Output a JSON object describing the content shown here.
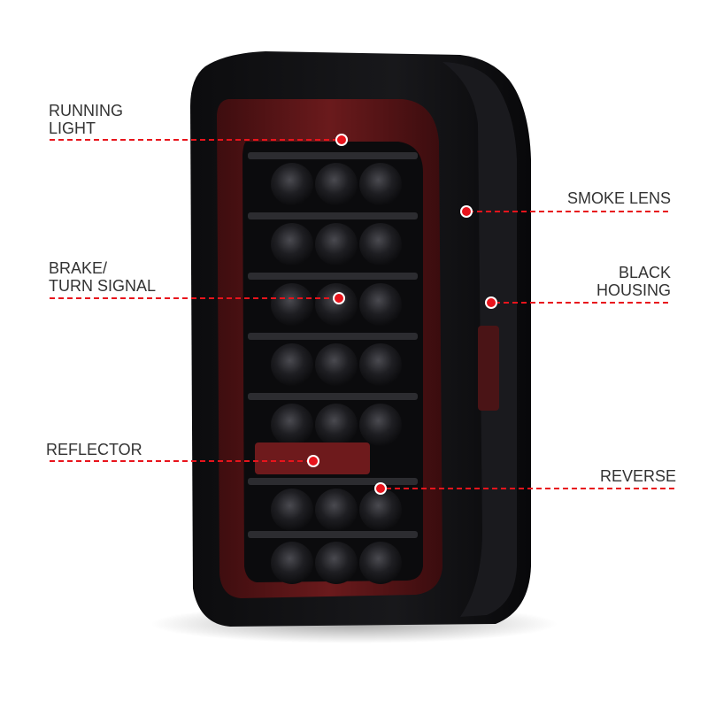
{
  "colors": {
    "accent": "#e8141c",
    "text": "#333333",
    "housing": "#121214",
    "lens_red": "#5a1416"
  },
  "callouts": [
    {
      "id": "running-light",
      "side": "left",
      "lines": [
        "RUNNING",
        "LIGHT"
      ]
    },
    {
      "id": "brake-turn-signal",
      "side": "left",
      "lines": [
        "BRAKE/",
        "TURN SIGNAL"
      ]
    },
    {
      "id": "reflector",
      "side": "left",
      "lines": [
        "REFLECTOR"
      ]
    },
    {
      "id": "smoke-lens",
      "side": "right",
      "lines": [
        "SMOKE LENS"
      ]
    },
    {
      "id": "black-housing",
      "side": "right",
      "lines": [
        "BLACK",
        "HOUSING"
      ]
    },
    {
      "id": "reverse",
      "side": "right",
      "lines": [
        "REVERSE"
      ]
    }
  ]
}
